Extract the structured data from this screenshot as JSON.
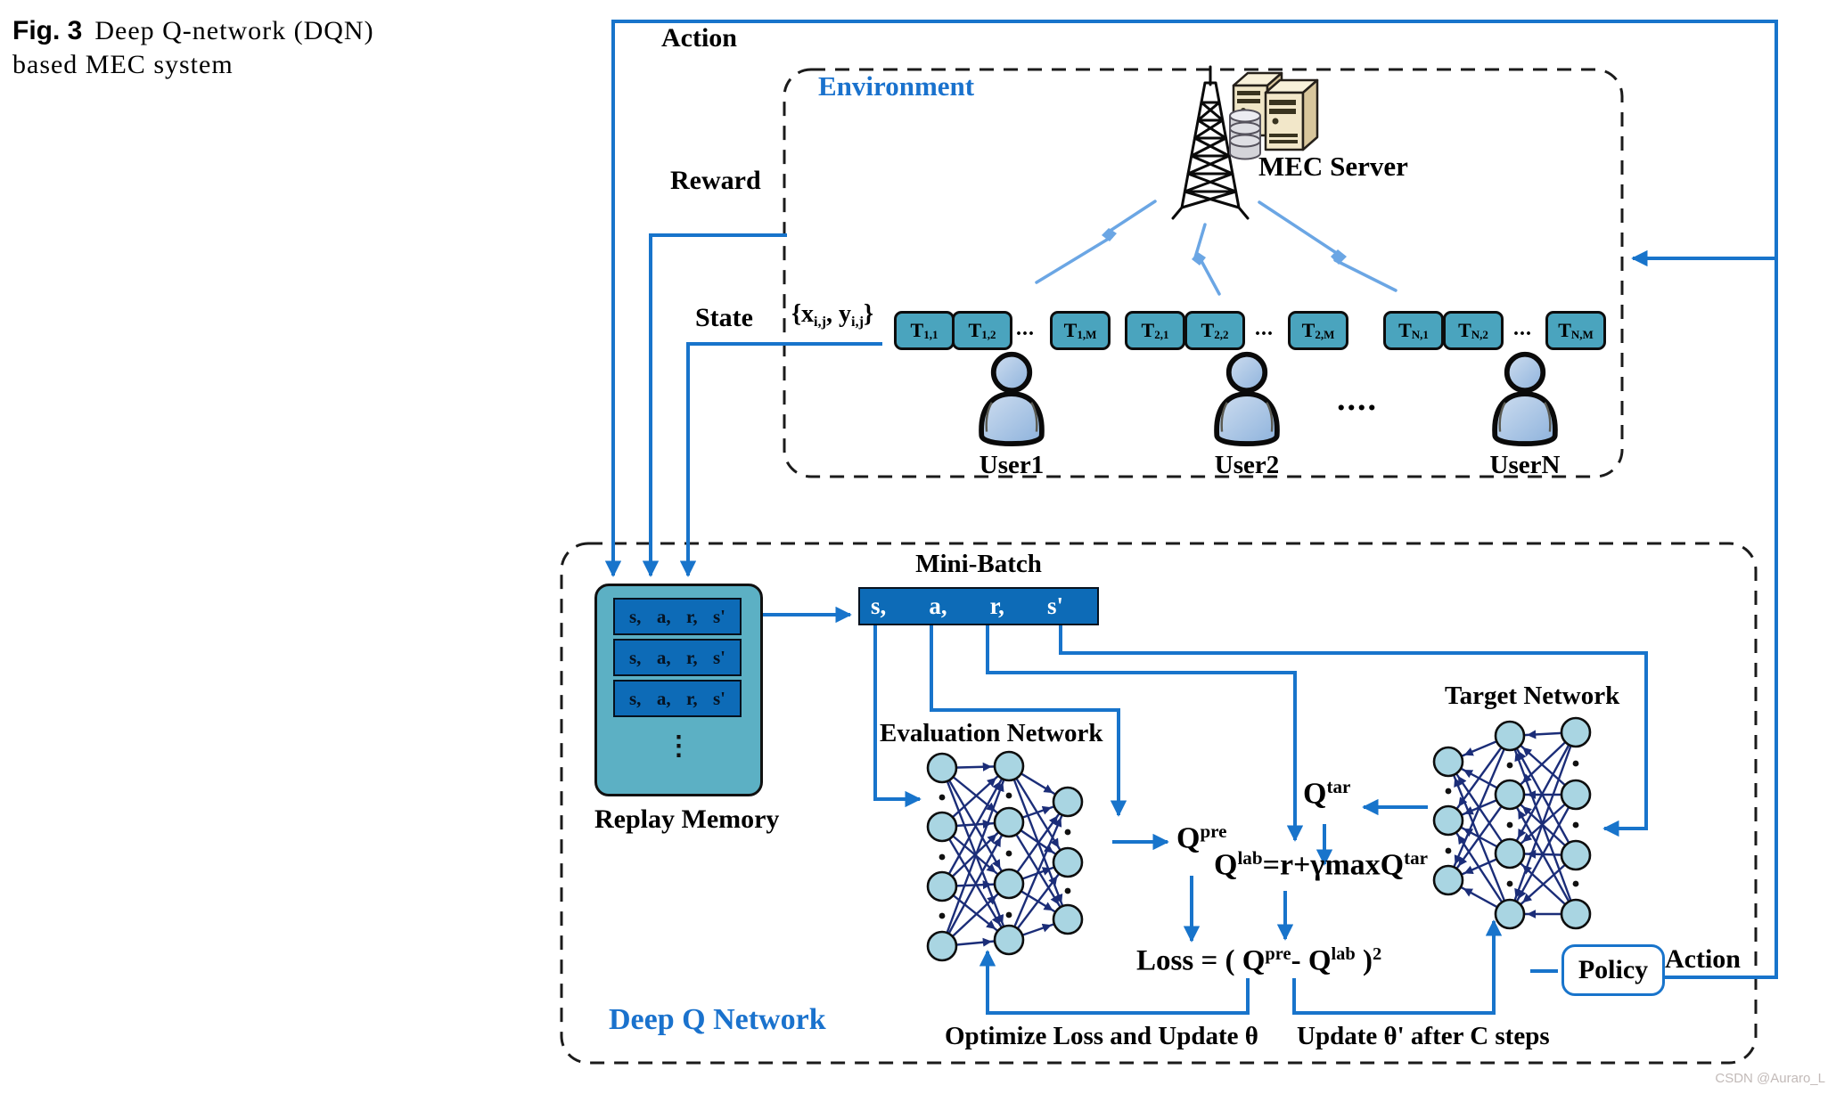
{
  "caption": {
    "fig": "Fig. 3",
    "line1": "Deep Q-network (DQN)",
    "line2": "based MEC system"
  },
  "watermark": "CSDN @Auraro_L",
  "flow": {
    "action_top": "Action",
    "reward": "Reward",
    "state": "State",
    "state_tuple": {
      "pre": "{x",
      "sub1": "i,j",
      "mid": ", y",
      "sub2": "i,j",
      "post": "}"
    }
  },
  "environment": {
    "title": "Environment",
    "mec_server": "MEC Server",
    "task_groups": [
      {
        "tasks": [
          {
            "t": "T",
            "sub": "1,1"
          },
          {
            "t": "T",
            "sub": "1,2"
          },
          {
            "t": "T",
            "sub": "1,M"
          }
        ],
        "dots": "..."
      },
      {
        "tasks": [
          {
            "t": "T",
            "sub": "2,1"
          },
          {
            "t": "T",
            "sub": "2,2"
          },
          {
            "t": "T",
            "sub": "2,M"
          }
        ],
        "dots": "..."
      },
      {
        "tasks": [
          {
            "t": "T",
            "sub": "N,1"
          },
          {
            "t": "T",
            "sub": "N,2"
          },
          {
            "t": "T",
            "sub": "N,M"
          }
        ],
        "dots": "..."
      }
    ],
    "users": [
      {
        "label": "User1"
      },
      {
        "label": "User2"
      },
      {
        "label": "UserN"
      }
    ],
    "user_dots": "...."
  },
  "dqn": {
    "title": "Deep Q Network",
    "replay": {
      "label": "Replay Memory",
      "vdots": "⋮"
    },
    "sars": [
      "s,",
      "a,",
      "r,",
      "s'"
    ],
    "minibatch_label": "Mini-Batch",
    "eval_label": "Evaluation Network",
    "target_label": "Target Network",
    "q_pre": {
      "base": "Q",
      "sup": "pre"
    },
    "q_tar": {
      "base": "Q",
      "sup": "tar"
    },
    "label_formula": {
      "q1": "Q",
      "s1": "lab",
      "mid": "=r+γmax",
      "q2": "Q",
      "s2": "tar"
    },
    "loss_formula": {
      "pre": "Loss = ( ",
      "q1": "Q",
      "s1": "pre",
      "mid": "- ",
      "q2": "Q",
      "s2": "lab",
      "post": " )",
      "sq": "2"
    },
    "optimize_label": "Optimize Loss and Update θ",
    "update_label": "Update θ' after C steps",
    "policy": "Policy",
    "action_out": "Action"
  }
}
